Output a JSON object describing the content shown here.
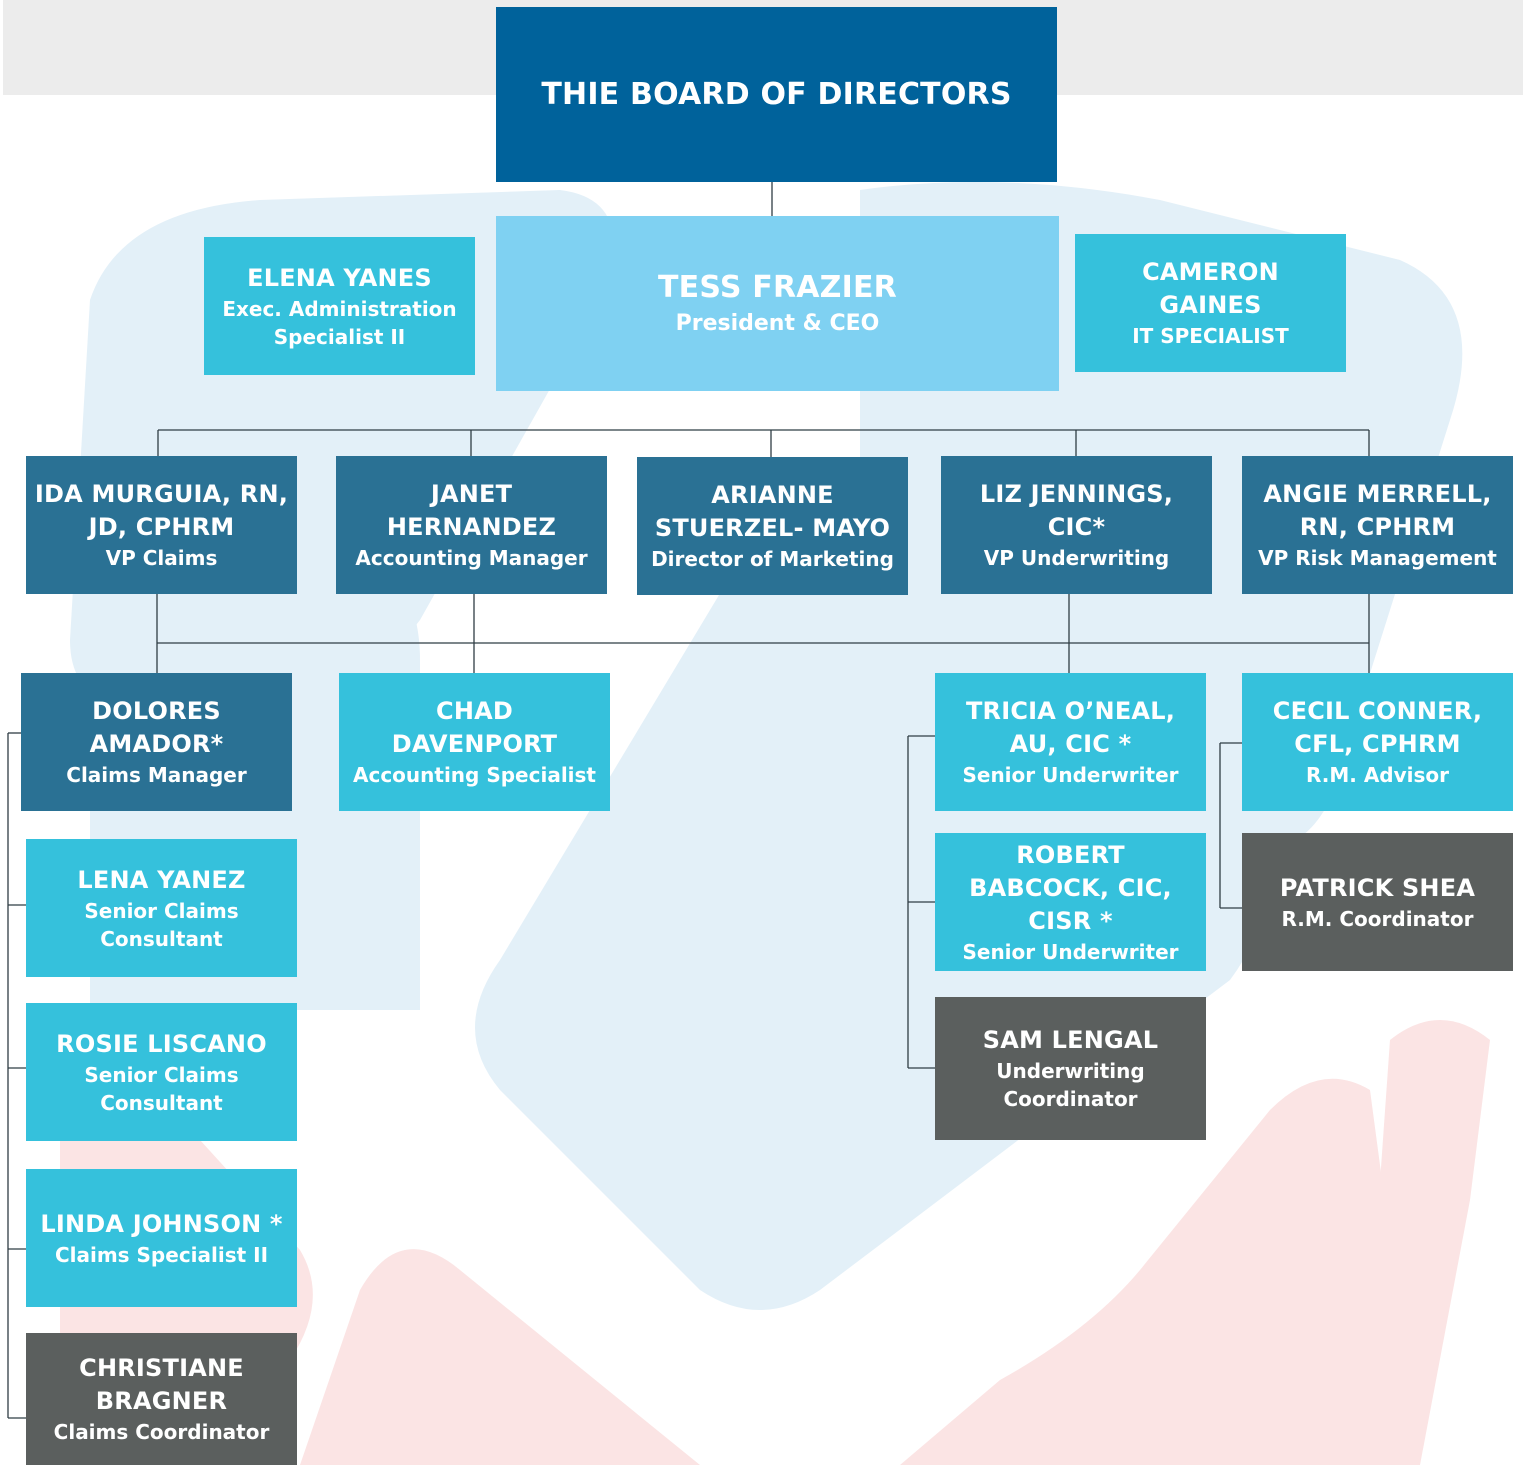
{
  "colors": {
    "board": "#00629b",
    "ceo": "#7fd1f2",
    "staff": "#35c1dc",
    "executive": "#2a7194",
    "coordinator": "#5b5f5e",
    "connector": "#2f3d44",
    "background_band": "#ececec"
  },
  "board": {
    "name": "THIE BOARD OF DIRECTORS"
  },
  "ceo": {
    "name": "TESS FRAZIER",
    "title": "President & CEO"
  },
  "assistant_left": {
    "name": "ELENA YANES",
    "title": "Exec. Administration Specialist II"
  },
  "assistant_right": {
    "name": "CAMERON GAINES",
    "title": "IT SPECIALIST"
  },
  "executives": [
    {
      "name": "IDA MURGUIA, RN, JD, CPHRM",
      "title": "VP Claims"
    },
    {
      "name": "JANET HERNANDEZ",
      "title": "Accounting Manager"
    },
    {
      "name": "ARIANNE STUERZEL- MAYO",
      "title": "Director of Marketing"
    },
    {
      "name": "LIZ JENNINGS, CIC*",
      "title": "VP Underwriting"
    },
    {
      "name": "ANGIE MERRELL, RN, CPHRM",
      "title": "VP Risk Management"
    }
  ],
  "claims": [
    {
      "name": "DOLORES AMADOR*",
      "title": "Claims Manager"
    },
    {
      "name": "LENA YANEZ",
      "title": "Senior Claims Consultant"
    },
    {
      "name": "ROSIE LISCANO",
      "title": "Senior Claims Consultant"
    },
    {
      "name": "LINDA JOHNSON *",
      "title": "Claims Specialist II"
    },
    {
      "name": "CHRISTIANE BRAGNER",
      "title": "Claims Coordinator"
    }
  ],
  "accounting": [
    {
      "name": "CHAD DAVENPORT",
      "title": "Accounting Specialist"
    }
  ],
  "underwriting": [
    {
      "name": "TRICIA O’NEAL, AU, CIC *",
      "title": "Senior Underwriter"
    },
    {
      "name": "ROBERT BABCOCK, CIC, CISR *",
      "title": "Senior Underwriter"
    },
    {
      "name": "SAM LENGAL",
      "title": "Underwriting Coordinator"
    }
  ],
  "risk": [
    {
      "name": "CECIL CONNER, CFL, CPHRM",
      "title": "R.M. Advisor"
    },
    {
      "name": "PATRICK SHEA",
      "title": "R.M. Coordinator"
    }
  ]
}
